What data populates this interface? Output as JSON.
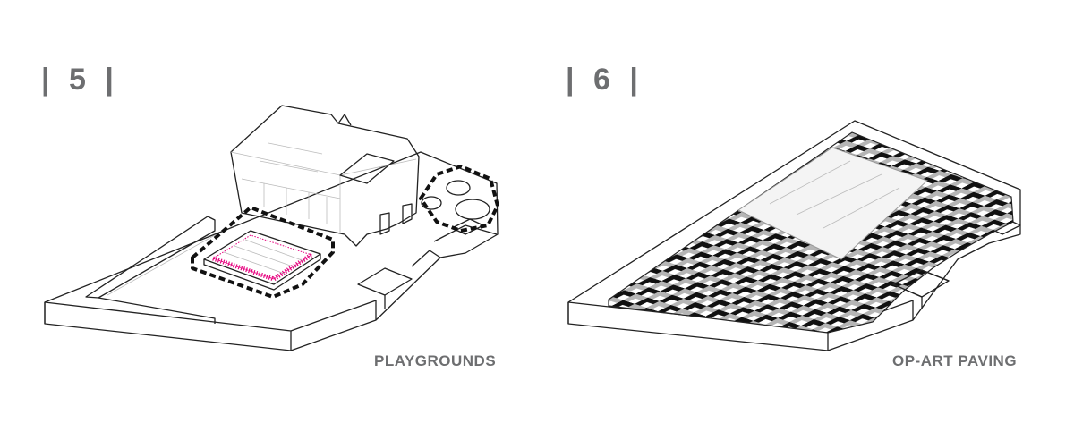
{
  "panels": [
    {
      "number": "| 5 |",
      "caption": "PLAYGROUNDS"
    },
    {
      "number": "| 6 |",
      "caption": "OP-ART PAVING"
    }
  ],
  "colors": {
    "label": "#6d6e70",
    "playground_accent": "#e6007e",
    "paving_dark": "#111111",
    "paving_mid": "#b5b5b5"
  }
}
